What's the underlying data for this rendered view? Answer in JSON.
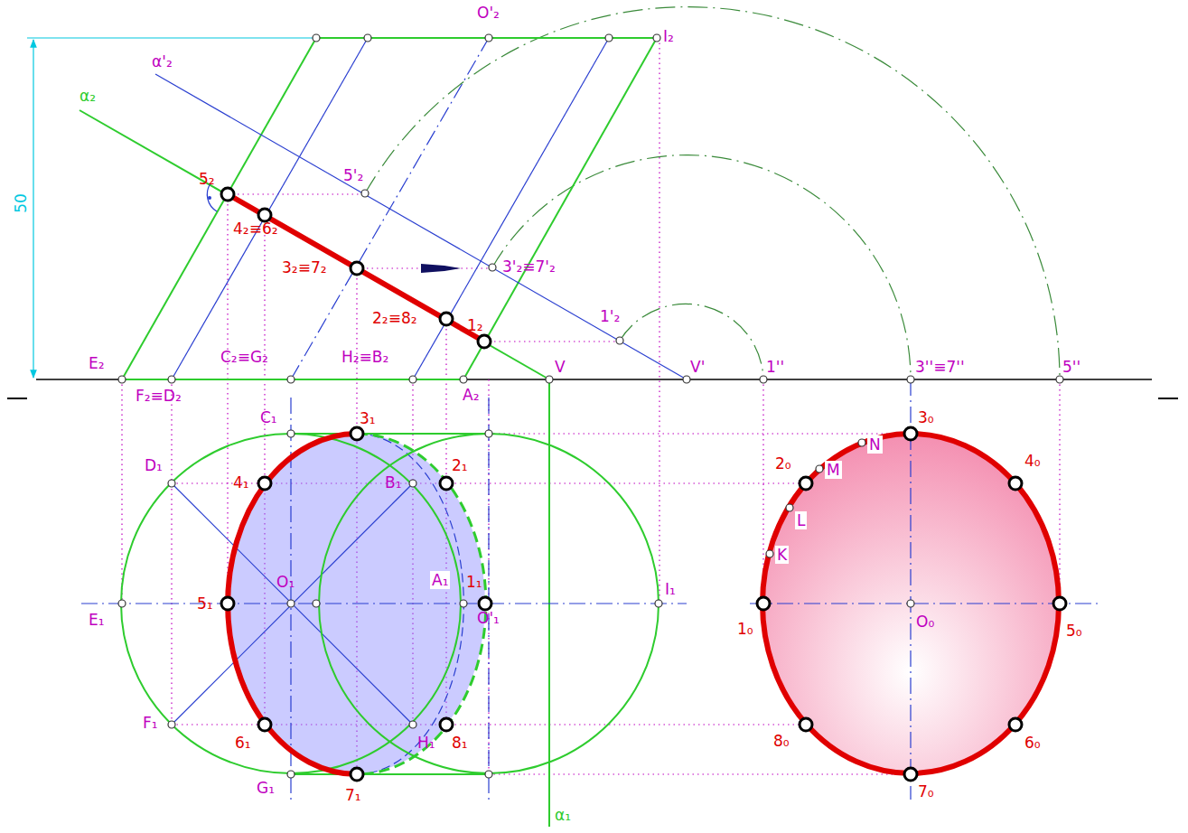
{
  "diagram": {
    "labels": [
      "50",
      "α₂",
      "α'₂",
      "O'₂",
      "I₂",
      "5₂",
      "5'₂",
      "4₂≡6₂",
      "3₂≡7₂",
      "3'₂≡7'₂",
      "2₂≡8₂",
      "1₂",
      "1'₂",
      "E₂",
      "F₂≡D₂",
      "C₂≡G₂",
      "H₂≡B₂",
      "A₂",
      "V",
      "V'",
      "1''",
      "3''≡7''",
      "5''",
      "C₁",
      "3₁",
      "D₁",
      "4₁",
      "2₁",
      "B₁",
      "5₁",
      "O₁",
      "A₁",
      "1₁",
      "O'₁",
      "E₁",
      "I₁",
      "F₁",
      "6₁",
      "H₁",
      "8₁",
      "G₁",
      "7₁",
      "α₁",
      "3₀",
      "N",
      "2₀",
      "M",
      "4₀",
      "L",
      "K",
      "1₀",
      "O₀",
      "5₀",
      "8₀",
      "6₀",
      "7₀"
    ]
  }
}
